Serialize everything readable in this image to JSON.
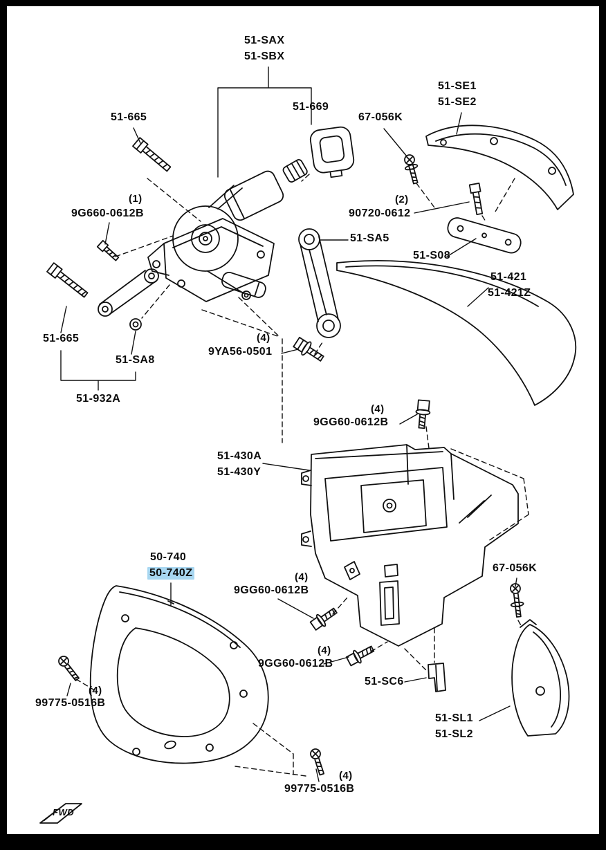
{
  "page": {
    "background": "#ffffff",
    "border_color": "#000000",
    "line_color": "#111111",
    "highlight_color": "#a8d7f1"
  },
  "labels": {
    "sax": "51-SAX",
    "sbx": "51-SBX",
    "p669": "51-669",
    "p67056k_top": "67-056K",
    "se1": "51-SE1",
    "se2": "51-SE2",
    "p665_top": "51-665",
    "qty1": "(1)",
    "p9g660": "9G660-0612B",
    "qty2": "(2)",
    "p90720": "90720-0612",
    "sa5": "51-SA5",
    "s08": "51-S08",
    "p421": "51-421",
    "p421z": "51-421Z",
    "p665_left": "51-665",
    "qty4_a": "(4)",
    "p9ya56": "9YA56-0501",
    "sa8": "51-SA8",
    "p932a": "51-932A",
    "qty4_b": "(4)",
    "p9gg60_top": "9GG60-0612B",
    "p430a": "51-430A",
    "p430y": "51-430Y",
    "p50740": "50-740",
    "p50740z": "50-740Z",
    "p67056k_bottom": "67-056K",
    "qty4_c": "(4)",
    "p9gg60_mid": "9GG60-0612B",
    "qty4_d": "(4)",
    "p9gg60_low": "9GG60-0612B",
    "sc6": "51-SC6",
    "qty4_e": "(4)",
    "p99775_left": "99775-0516B",
    "sl1": "51-SL1",
    "sl2": "51-SL2",
    "qty4_f": "(4)",
    "p99775_bottom": "99775-0516B",
    "fwd": "FWD"
  }
}
